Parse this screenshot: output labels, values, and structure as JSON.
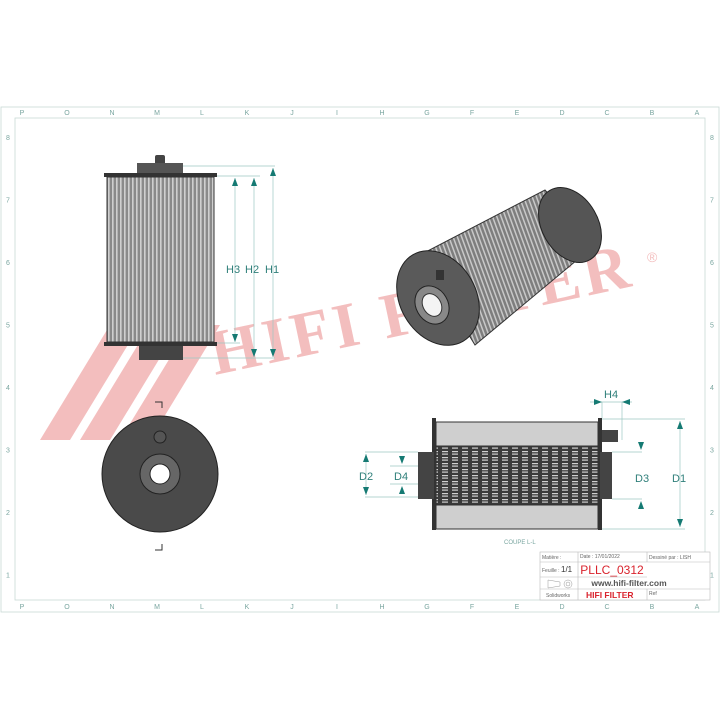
{
  "border": {
    "columns": [
      "P",
      "O",
      "N",
      "M",
      "L",
      "K",
      "J",
      "I",
      "H",
      "G",
      "F",
      "E",
      "D",
      "C",
      "B",
      "A"
    ],
    "rows": [
      "8",
      "7",
      "6",
      "5",
      "4",
      "3",
      "2",
      "1"
    ]
  },
  "dimensions": {
    "h1": "H1",
    "h2": "H2",
    "h3": "H3",
    "h4": "H4",
    "d1": "D1",
    "d2": "D2",
    "d3": "D3",
    "d4": "D4"
  },
  "section_label": "COUPE L-L",
  "watermark": {
    "text": "HIFI FILTER",
    "registered": "®",
    "color": "#f2b3b3"
  },
  "title_block": {
    "matiere_label": "Matière :",
    "date_label": "Date : 17/01/2022",
    "dessine_label": "Dessiné par : LISH",
    "feuille_label": "Feuille :",
    "feuille_value": "1/1",
    "reference": "PLLC_0312",
    "website": "www.hifi-filter.com",
    "software": "Solidworks",
    "brand": "HIFI FILTER",
    "ref_label": "Ref",
    "accent_color": "#d9232d"
  }
}
